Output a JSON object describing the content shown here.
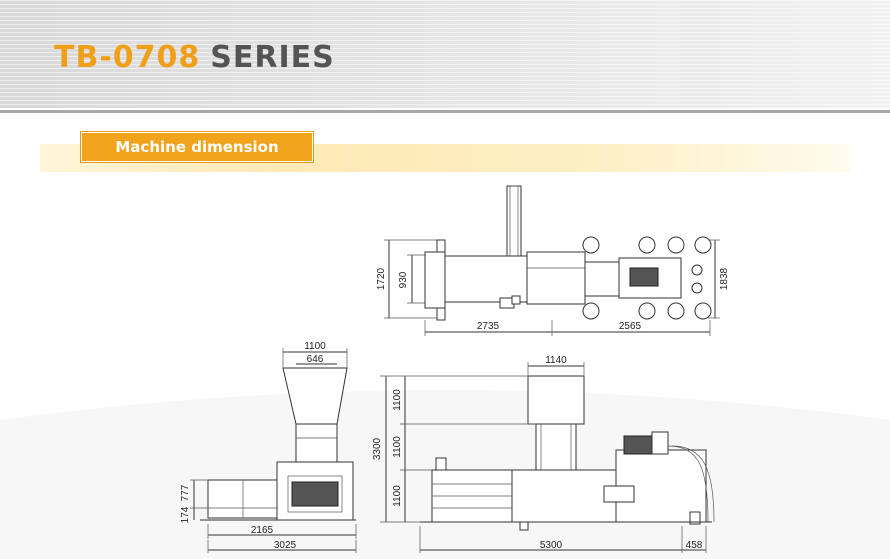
{
  "header": {
    "series_code": "TB-0708",
    "series_word": "SERIES"
  },
  "section": {
    "label": "Machine dimension"
  },
  "plan_view": {
    "overall_width": "1720",
    "inner_width": "930",
    "length_left": "2735",
    "length_right": "2565",
    "overall_depth": "1838"
  },
  "side_view": {
    "hopper_top": "1100",
    "hopper_throat": "646",
    "height_low_a": "174",
    "height_low_b": "777",
    "chamber_length": "2165",
    "overall_length": "3025"
  },
  "front_view": {
    "hopper_width": "1140",
    "overall_height": "3300",
    "segment_top": "1100",
    "segment_mid": "1100",
    "segment_bottom": "1100",
    "overall_length": "5300",
    "tail_length": "458"
  },
  "colors": {
    "accent": "#f0a018",
    "title_gray": "#545454",
    "label_bg": "#f2a31c"
  }
}
